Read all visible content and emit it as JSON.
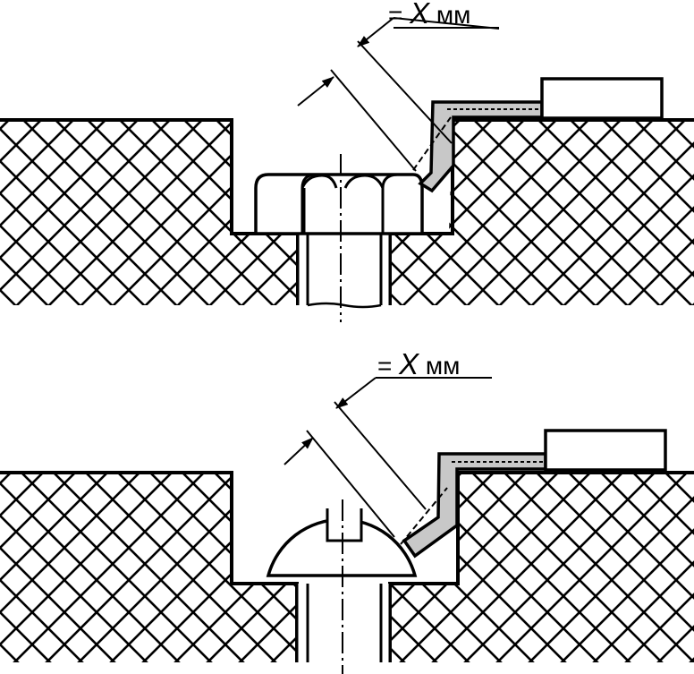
{
  "figure": {
    "top_detail": {
      "dimension_label": {
        "prefix": "= ",
        "variable": "X",
        "unit": " мм"
      },
      "fastener": "hex-head-bolt"
    },
    "bottom_detail": {
      "dimension_label": {
        "prefix": "= ",
        "variable": "X",
        "unit": " мм"
      },
      "fastener": "round-head-slotted-screw"
    },
    "colors": {
      "line": "#000000",
      "insulation": "#c8c8c8",
      "background": "#ffffff"
    }
  }
}
